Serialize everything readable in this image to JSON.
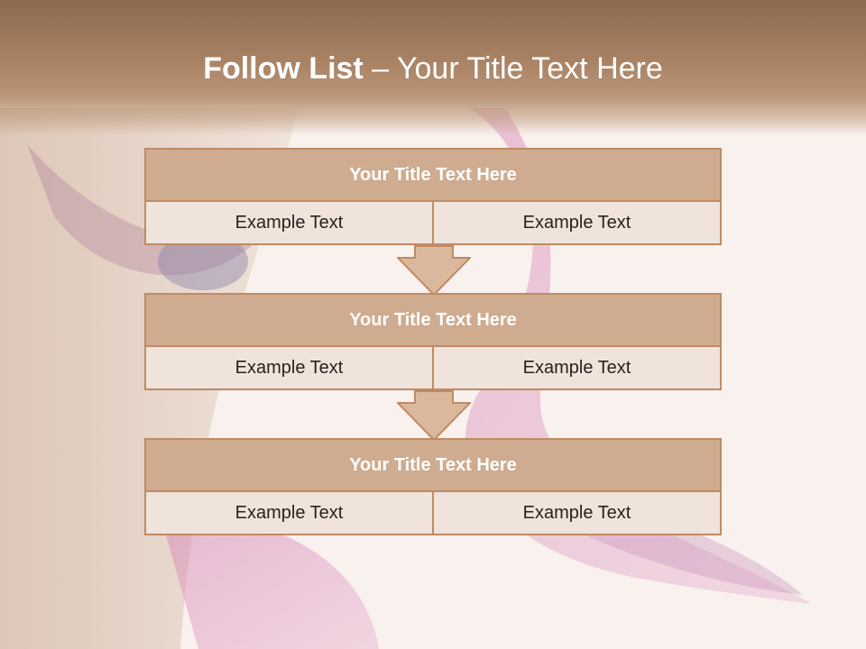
{
  "slide": {
    "title_bold": "Follow List",
    "title_rest": "– Your Title Text Here"
  },
  "steps": [
    {
      "title": "Your Title Text Here",
      "cells": [
        "Example Text",
        "Example Text"
      ]
    },
    {
      "title": "Your Title Text Here",
      "cells": [
        "Example Text",
        "Example Text"
      ]
    },
    {
      "title": "Your Title Text Here",
      "cells": [
        "Example Text",
        "Example Text"
      ]
    }
  ],
  "colors": {
    "header": "#a98264",
    "box_title": "#cfab8f",
    "box_cell": "#efe3dc",
    "border": "#c08a62",
    "feather": "#c9649f"
  },
  "icons": [
    "down-arrow-icon",
    "down-arrow-icon"
  ]
}
